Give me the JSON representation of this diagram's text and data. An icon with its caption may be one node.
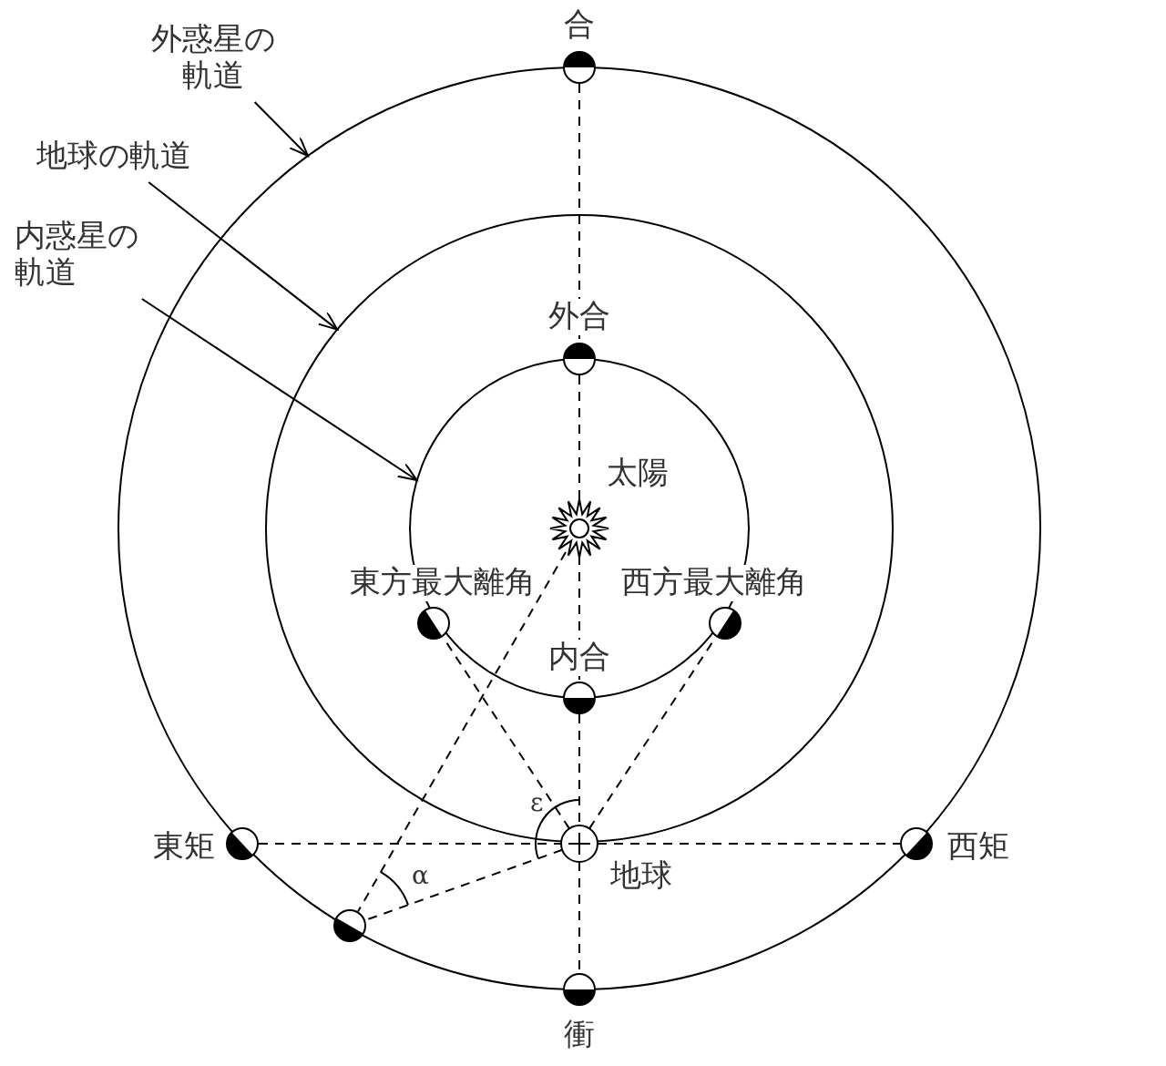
{
  "diagram": {
    "nodes": [
      {
        "text": [
          "外惑星の軌道"
        ]
      },
      {
        "text": [
          "地球の軌道"
        ]
      },
      {
        "text": [
          "内惑星の軌道"
        ]
      },
      {
        "text": [],
        "shape": "circle",
        "beside": [
          "合"
        ]
      },
      {
        "text": [],
        "shape": "circle",
        "beside": [
          "外合"
        ]
      },
      {
        "text": [],
        "shape": "star",
        "beside": [
          "太陽"
        ]
      },
      {
        "text": [],
        "shape": "circle",
        "beside": [
          "東方最大離角"
        ]
      },
      {
        "text": [],
        "shape": "circle",
        "beside": [
          "西方最大離角"
        ]
      },
      {
        "text": [],
        "shape": "circle",
        "beside": [
          "内合"
        ]
      },
      {
        "text": [],
        "shape": "circle",
        "beside": [
          "東矩"
        ]
      },
      {
        "text": [],
        "shape": "circle",
        "beside": [
          "地球"
        ]
      },
      {
        "text": [],
        "shape": "circle",
        "beside": [
          "西矩"
        ]
      },
      {
        "text": [],
        "shape": "circle"
      },
      {
        "text": [],
        "shape": "circle",
        "beside": [
          "衝"
        ]
      }
    ],
    "edges": [
      {
        "from": 0,
        "to": null,
        "arrow": "to"
      },
      {
        "from": 1,
        "to": null,
        "arrow": "to"
      },
      {
        "from": 2,
        "to": null,
        "arrow": "to"
      },
      {
        "from": 3,
        "to": 4,
        "arrow": "none",
        "style": "dashed"
      },
      {
        "from": 4,
        "to": 5,
        "arrow": "none",
        "style": "dashed"
      },
      {
        "from": 5,
        "to": 8,
        "arrow": "none",
        "style": "dashed"
      },
      {
        "from": 8,
        "to": 10,
        "arrow": "none",
        "style": "dashed"
      },
      {
        "from": 10,
        "to": 13,
        "arrow": "none",
        "style": "dashed"
      },
      {
        "from": 9,
        "to": 10,
        "arrow": "none",
        "style": "dashed"
      },
      {
        "from": 10,
        "to": 11,
        "arrow": "none",
        "style": "dashed"
      },
      {
        "from": 10,
        "to": 6,
        "arrow": "none",
        "style": "dashed"
      },
      {
        "from": 10,
        "to": 7,
        "arrow": "none",
        "style": "dashed"
      },
      {
        "from": 5,
        "to": 12,
        "arrow": "none",
        "style": "dashed"
      },
      {
        "from": 10,
        "to": 12,
        "arrow": "none",
        "style": "dashed"
      }
    ],
    "labels": [
      "ε",
      "α"
    ]
  }
}
